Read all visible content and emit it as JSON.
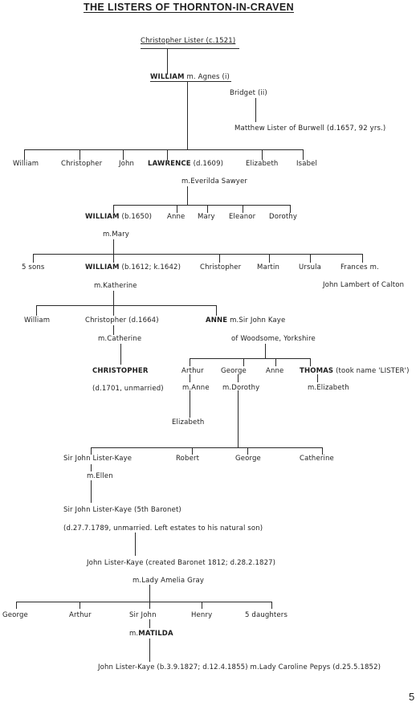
{
  "title": "THE LISTERS OF THORNTON-IN-CRAVEN",
  "page_number": "5",
  "gen1": {
    "name": "Christopher Lister (c.1521)"
  },
  "gen2": {
    "name": "WILLIAM",
    "spouse1": "m. Agnes (i)",
    "spouse2": "Bridget (ii)",
    "child_of_second": "Matthew Lister of Burwell (d.1657, 92 yrs.)"
  },
  "gen3": {
    "children": [
      "William",
      "Christopher",
      "John",
      "LAWRENCE",
      "(d.1609)",
      "Elizabeth",
      "Isabel"
    ],
    "spouse": "m.Everilda Sawyer"
  },
  "gen4": {
    "children": [
      "WILLIAM",
      "(b.1650)",
      "Anne",
      "Mary",
      "Eleanor",
      "Dorothy"
    ],
    "spouse": "m.Mary"
  },
  "gen5": {
    "children": [
      "5 sons",
      "WILLIAM",
      "(b.1612; k.1642)",
      "Christopher",
      "Martin",
      "Ursula",
      "Frances m."
    ],
    "frances_spouse": "John Lambert of Calton",
    "spouse": "m.Katherine"
  },
  "gen6": {
    "children": [
      "William",
      "Christopher (d.1664)",
      "ANNE",
      "m.Sir John Kaye"
    ],
    "anne_spouse_place": "of Woodsome, Yorkshire",
    "christopher_spouse": "m.Catherine",
    "christopher_son": "CHRISTOPHER",
    "christopher_son_note": "(d.1701, unmarried)"
  },
  "kaye": {
    "children": [
      "Arthur",
      "George",
      "Anne",
      "THOMAS",
      "(took name 'LISTER')"
    ],
    "arthur_spouse": "m.Anne",
    "arthur_child": "Elizabeth",
    "george_spouse": "m.Dorothy",
    "thomas_spouse": "m.Elizabeth"
  },
  "gen8": {
    "children": [
      "Sir John Lister-Kaye",
      "Robert",
      "George",
      "Catherine"
    ],
    "spouse": "m.Ellen"
  },
  "gen9": {
    "name": "Sir John Lister-Kaye (5th Baronet)",
    "note": "(d.27.7.1789, unmarried. Left estates to his natural son)"
  },
  "gen10": {
    "name": "John Lister-Kaye (created Baronet 1812; d.28.2.1827)",
    "spouse": "m.Lady Amelia Gray"
  },
  "gen11": {
    "children": [
      "George",
      "Arthur",
      "Sir John",
      "Henry",
      "5 daughters"
    ],
    "spouse_prefix": "m.",
    "spouse_name": "MATILDA"
  },
  "gen12": {
    "name": "John Lister-Kaye (b.3.9.1827; d.12.4.1855) m.Lady Caroline Pepys (d.25.5.1852)"
  }
}
